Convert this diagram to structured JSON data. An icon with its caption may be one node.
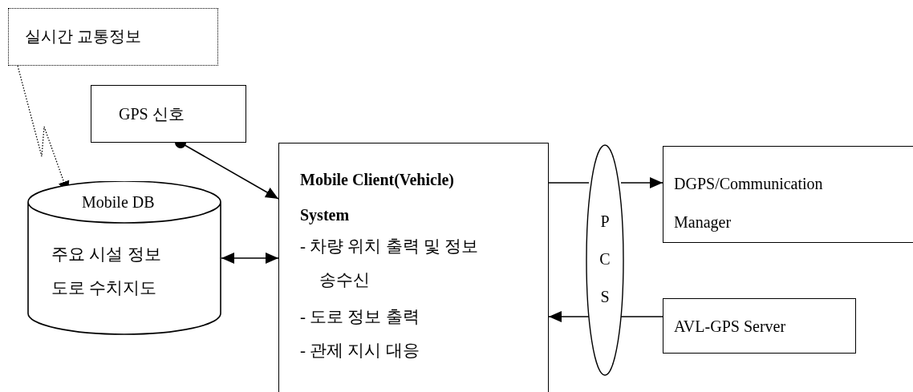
{
  "diagram": {
    "nodes": [
      {
        "text": [
          "실시간 교통정보"
        ]
      },
      {
        "text": [
          "GPS 신호"
        ]
      },
      {
        "text": [
          "Mobile DB",
          "주요 시설 정보 도로 수치지도"
        ]
      },
      {
        "text": [
          "Mobile Client(Vehicle) System",
          "- 차량 위치 출력 및 정보 송수신",
          "- 도로 정보 출력",
          "- 관제 지시 대응"
        ]
      },
      {
        "text": [
          "P C S"
        ]
      },
      {
        "text": [
          "DGPS/Communication Manager"
        ]
      },
      {
        "text": [
          "AVL-GPS Server"
        ]
      }
    ],
    "edges": [
      {
        "from": 0,
        "to": 2,
        "arrow": "to",
        "style": "dashed"
      },
      {
        "from": 1,
        "to": 3,
        "arrow": "to"
      },
      {
        "from": 2,
        "to": 3,
        "arrow": "both"
      },
      {
        "from": 3,
        "to": 4,
        "arrow": "none"
      },
      {
        "from": 4,
        "to": 5,
        "arrow": "to"
      },
      {
        "from": 6,
        "to": 4,
        "arrow": "none"
      },
      {
        "from": 4,
        "to": 3,
        "arrow": "to"
      }
    ]
  }
}
